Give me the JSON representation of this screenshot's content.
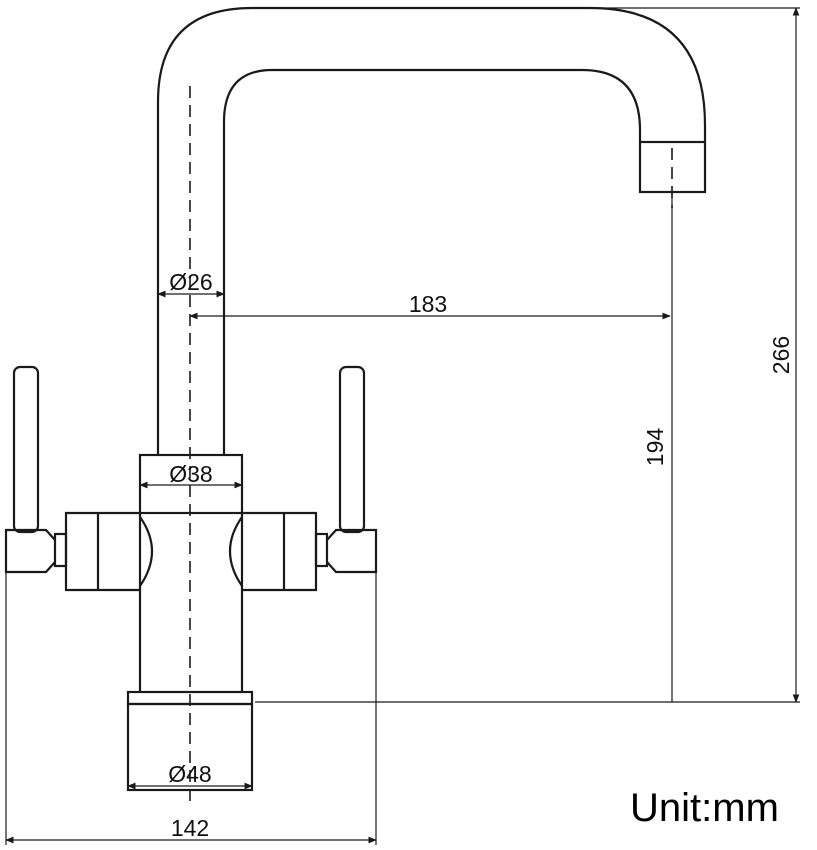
{
  "labels": {
    "spout_diameter": "Ø26",
    "reach": "183",
    "total_height": "266",
    "spout_height": "194",
    "body_diameter": "Ø38",
    "base_diameter": "Ø48",
    "total_width": "142"
  },
  "unit_text": "Unit:mm"
}
